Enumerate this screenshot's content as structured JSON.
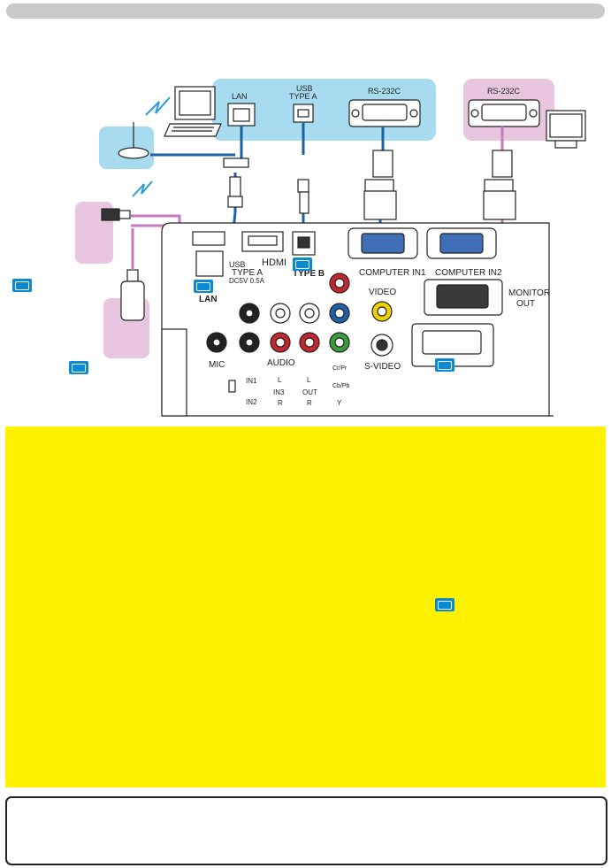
{
  "ports_top": {
    "lan": "LAN",
    "usb_type_a_line1": "USB",
    "usb_type_a_line2": "TYPE A",
    "rs232c_left": "RS-232C",
    "rs232c_right": "RS-232C"
  },
  "panel": {
    "usb_label": "USB",
    "type_a": "TYPE A",
    "power_rating": "DC5V 0.5A",
    "hdmi": "HDMI",
    "type_b": "TYPE B",
    "lan": "LAN",
    "computer_in1": "COMPUTER IN1",
    "computer_in2": "COMPUTER IN2",
    "monitor_out_line1": "MONITOR",
    "monitor_out_line2": "OUT",
    "video": "VIDEO",
    "s_video": "S-VIDEO",
    "mic": "MIC",
    "audio": "AUDIO",
    "in1": "IN1",
    "in2": "IN2",
    "in3": "IN3",
    "out": "OUT",
    "l": "L",
    "r": "R",
    "cr_pr": "Cr/Pr",
    "cb_pb": "Cb/Pb",
    "y": "Y"
  },
  "colors": {
    "blue_area": "#a7dcf0",
    "pink_area": "#e8c6e0",
    "blue_cable": "#1f5fa8",
    "pink_cable": "#c67ac0",
    "yellow_area": "#fff100",
    "book_icon": "#0a8ad1"
  },
  "icons": [
    "book-icon",
    "computer-icon",
    "wireless-icon",
    "access-point-icon",
    "usb-wireless-adapter-icon",
    "usb-memory-icon",
    "monitor-icon"
  ]
}
